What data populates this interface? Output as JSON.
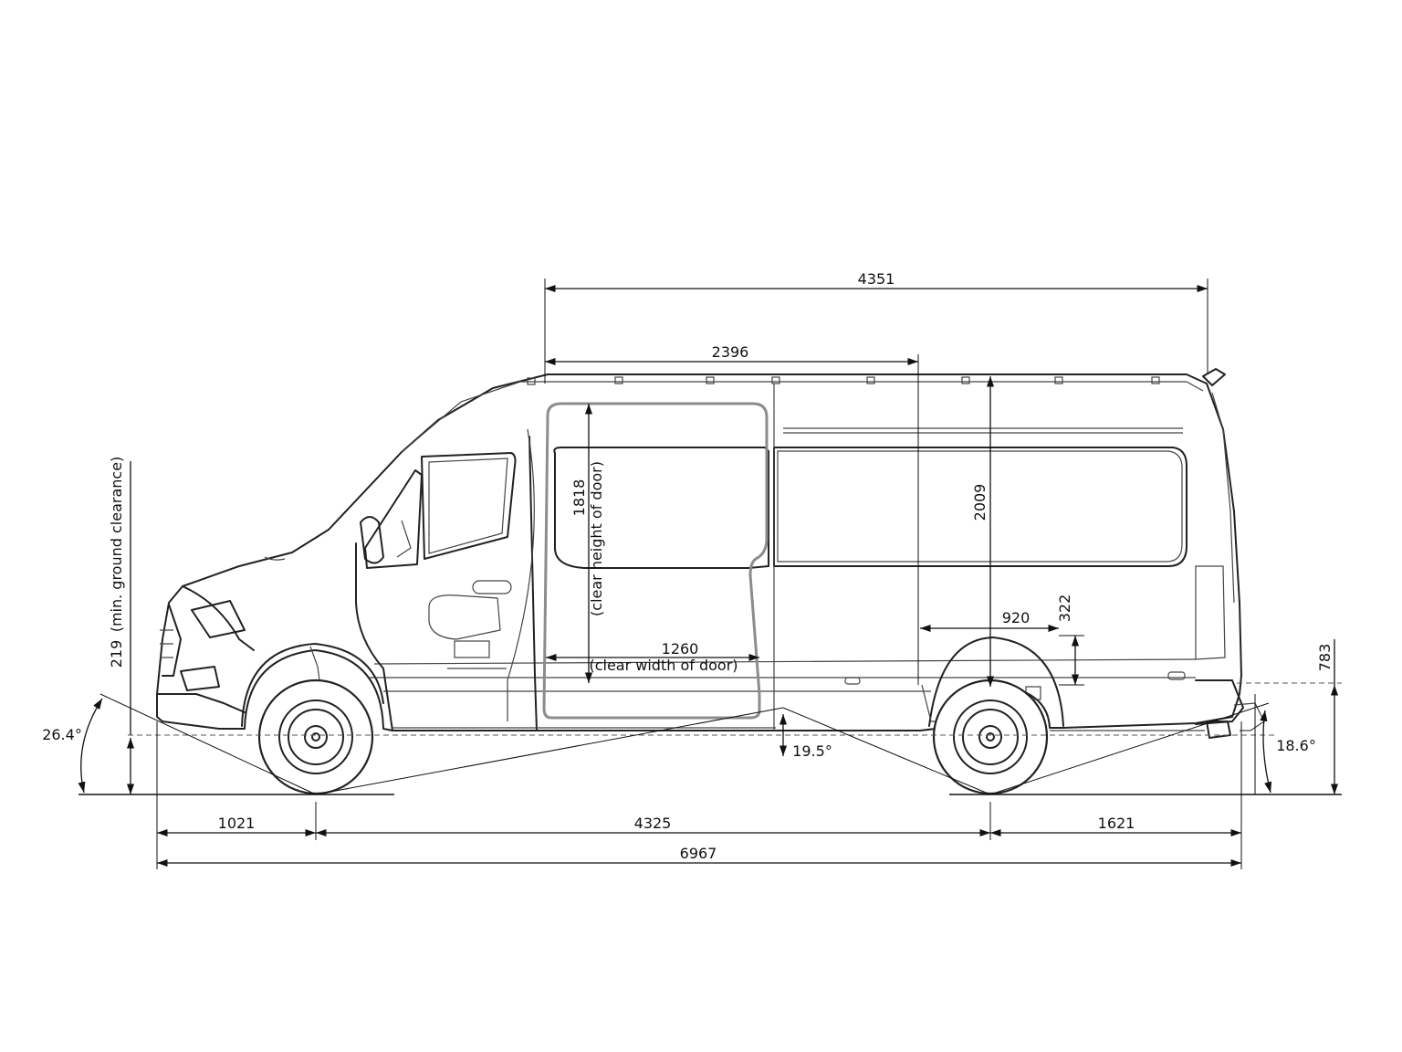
{
  "dimensions": {
    "cargo_length": "4351",
    "roof_section": "2396",
    "door_height": "1818",
    "door_height_note": "(clear height of door)",
    "interior_height": "2009",
    "wheelarch_length": "920",
    "wheelarch_height": "322",
    "door_width": "1260",
    "door_width_note": "(clear width of door)",
    "loading_height": "783",
    "ground_clearance": "219",
    "ground_clearance_note": "(min. ground clearance)",
    "front_overhang": "1021",
    "wheelbase": "4325",
    "rear_overhang": "1621",
    "overall_length": "6967"
  },
  "angles": {
    "approach": "26.4°",
    "ramp": "19.5°",
    "departure": "18.6°"
  }
}
